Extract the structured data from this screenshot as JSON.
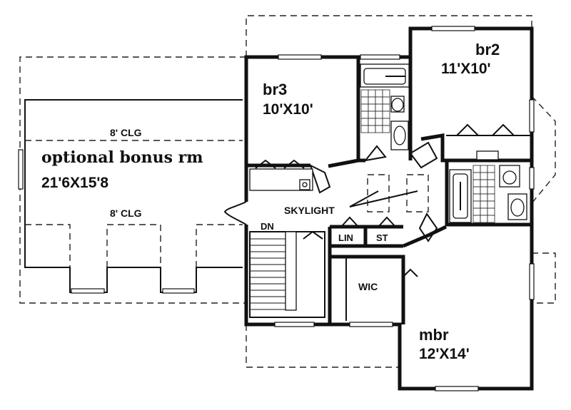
{
  "rooms": {
    "br3": {
      "name": "br3",
      "size": "10'X10'"
    },
    "br2": {
      "name": "br2",
      "size": "11'X10'"
    },
    "mbr": {
      "name": "mbr",
      "size": "12'X14'"
    },
    "bonus": {
      "name": "optional bonus rm",
      "size": "21'6X15'8"
    }
  },
  "labels": {
    "ceiling_top": "8' CLG",
    "ceiling_bottom": "8' CLG",
    "skylight": "SKYLIGHT",
    "stairs_down": "DN",
    "linen": "LIN",
    "storage": "ST",
    "closet": "WIC"
  }
}
